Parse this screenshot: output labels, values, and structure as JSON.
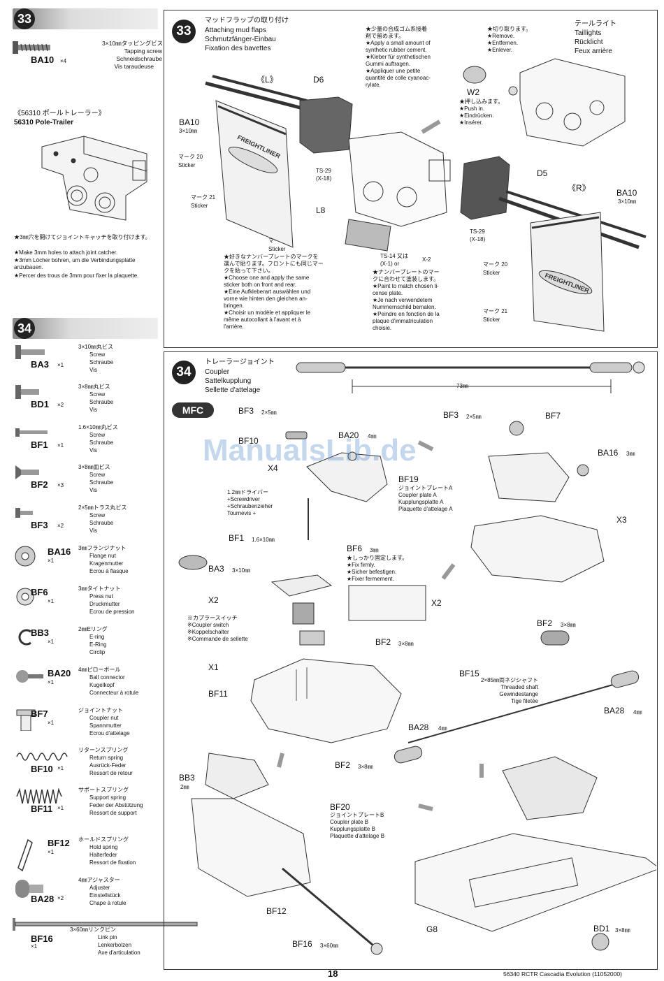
{
  "left": {
    "step33": {
      "number": "33",
      "part": {
        "code": "BA10",
        "qty": "×4",
        "size": "3×10㎜タッピングビス",
        "names": [
          "Tapping screw",
          "Schneidschraube",
          "Vis taraudeuse"
        ]
      },
      "trailer_jp": "《56310 ポールトレーラー》",
      "trailer_en": "56310 Pole-Trailer",
      "notes": [
        "★3㎜穴を開けてジョイントキャッチを取り付けます。",
        "★Make 3mm holes to attach joint catcher.",
        "★3mm Löcher bohren, um die Verbindungsplatte anzubauen.",
        "★Percer des trous de 3mm pour fixer la plaquette."
      ]
    },
    "step34": {
      "number": "34",
      "parts": [
        {
          "code": "BA3",
          "qty": "×1",
          "size": "3×10㎜丸ビス",
          "names": [
            "Screw",
            "Schraube",
            "Vis"
          ]
        },
        {
          "code": "BD1",
          "qty": "×2",
          "size": "3×8㎜丸ビス",
          "names": [
            "Screw",
            "Schraube",
            "Vis"
          ]
        },
        {
          "code": "BF1",
          "qty": "×1",
          "size": "1.6×10㎜丸ビス",
          "names": [
            "Screw",
            "Schraube",
            "Vis"
          ]
        },
        {
          "code": "BF2",
          "qty": "×3",
          "size": "3×8㎜皿ビス",
          "names": [
            "Screw",
            "Schraube",
            "Vis"
          ]
        },
        {
          "code": "BF3",
          "qty": "×2",
          "size": "2×5㎜トラス丸ビス",
          "names": [
            "Screw",
            "Schraube",
            "Vis"
          ]
        },
        {
          "code": "BA16",
          "qty": "×1",
          "size": "3㎜フランジナット",
          "names": [
            "Flange nut",
            "Kragenmutter",
            "Ecrou à flasque"
          ]
        },
        {
          "code": "BF6",
          "qty": "×1",
          "size": "3㎜タイトナット",
          "names": [
            "Press nut",
            "Druckmutter",
            "Ecrou de pression"
          ]
        },
        {
          "code": "BB3",
          "qty": "×1",
          "size": "2㎜Eリング",
          "names": [
            "E-ring",
            "E-Ring",
            "Circlip"
          ]
        },
        {
          "code": "BA20",
          "qty": "×1",
          "size": "4㎜ピローボール",
          "names": [
            "Ball connector",
            "Kugelkopf",
            "Connecteur à rotule"
          ]
        },
        {
          "code": "BF7",
          "qty": "×1",
          "size": "ジョイントナット",
          "names": [
            "Coupler nut",
            "Spannmutter",
            "Ecrou d'attelage"
          ]
        },
        {
          "code": "BF10",
          "qty": "×1",
          "size": "リターンスプリング",
          "names": [
            "Return spring",
            "Ausrück-Feder",
            "Ressort de retour"
          ]
        },
        {
          "code": "BF11",
          "qty": "×1",
          "size": "サポートスプリング",
          "names": [
            "Support spring",
            "Feder der Abstützung",
            "Ressort de support"
          ]
        },
        {
          "code": "BF12",
          "qty": "×1",
          "size": "ホールドスプリング",
          "names": [
            "Hold spring",
            "Halterfeder",
            "Ressort de fixation"
          ]
        },
        {
          "code": "BA28",
          "qty": "×2",
          "size": "4㎜アジャスター",
          "names": [
            "Adjuster",
            "Einstellstück",
            "Chape à rotule"
          ]
        },
        {
          "code": "BF16",
          "qty": "×1",
          "size": "3×60㎜リンクピン",
          "names": [
            "Link pin",
            "Lenkerbolzen",
            "Axe d'articulation"
          ]
        }
      ]
    }
  },
  "panel33": {
    "number": "33",
    "title": [
      "マッドフラップの取り付け",
      "Attaching mud flaps",
      "Schmutzfänger-Einbau",
      "Fixation des bavettes"
    ],
    "cement_note": [
      "★少量の合成ゴム系接着",
      "剤で留めます。",
      "★Apply a small amount of",
      "synthetic rubber cement.",
      "★Kleber für synthetischen",
      "Gummi auftragen.",
      "★Appliquer une petite",
      "quantité de colle cyanoac-",
      "rylate."
    ],
    "cut_note": [
      "★切り取ります。",
      "★Remove.",
      "★Entfernen.",
      "★Enlever."
    ],
    "taillight": [
      "テールライト",
      "Taillights",
      "Rücklicht",
      "Feux arrière"
    ],
    "push_note": [
      "★押し込みます。",
      "★Push in.",
      "★Eindrücken.",
      "★Insérer."
    ],
    "L": "《L》",
    "R": "《R》",
    "D6": "D6",
    "D5": "D5",
    "W2": "W2",
    "L8": "L8",
    "ba10_left": "BA10",
    "ba10_left_size": "3×10㎜",
    "ba10_right": "BA10",
    "ba10_right_size": "3×10㎜",
    "ts29a": [
      "TS-29",
      "(X-18)"
    ],
    "ts29b": [
      "TS-29",
      "(X-18)"
    ],
    "ts14": [
      "TS-14 又は",
      "(X-1)    or",
      "X-2"
    ],
    "m20a": [
      "マーク 20",
      "Sticker"
    ],
    "m21a": [
      "マーク 21",
      "Sticker"
    ],
    "m40": [
      "マーク 40",
      "Sticker"
    ],
    "m20b": [
      "マーク 20",
      "Sticker"
    ],
    "m21b": [
      "マーク 21",
      "Sticker"
    ],
    "flap_logo": "FREIGHTLINER",
    "choose_note": [
      "★好きなナンバープレートのマークを",
      "選んで貼ります。フロントにも同じマー",
      "クを貼って下さい。",
      "★Choose one and apply the same",
      "sticker both on front and rear.",
      "★Eine Aufkleberart auswählen und",
      "vorne wie hinten den gleichen an-",
      "bringen.",
      "★Choisir un modèle et appliquer le",
      "même autocollant à l'avant et à",
      "l'arrière."
    ],
    "paint_note": [
      "★ナンバープレートのマー",
      "クに合わせて塗装します。",
      "★Paint to match chosen li-",
      "cense plate.",
      "★Je nach verwendetem",
      "Nummernschild bemalen.",
      "★Peindre en fonction de la",
      "plaque d'immatriculation",
      "choisie."
    ]
  },
  "panel34": {
    "number": "34",
    "title": [
      "トレーラージョイント",
      "Coupler",
      "Sattelkupplung",
      "Sellette d'attelage"
    ],
    "dim": "73㎜",
    "mfc": "MFC",
    "labels": {
      "bf3a": "BF3",
      "bf3a_size": "2×5㎜",
      "bf10": "BF10",
      "x4": "X4",
      "ba20": "BA20",
      "ba20_size": "4㎜",
      "bf3b": "BF3",
      "bf3b_size": "2×5㎜",
      "bf7": "BF7",
      "ba16": "BA16",
      "ba16_size": "3㎜",
      "bf19": "BF19",
      "x3": "X3",
      "bf1": "BF1",
      "bf1_size": "1.6×10㎜",
      "bf6": "BF6",
      "bf6_size": "3㎜",
      "ba3": "BA3",
      "ba3_size": "3×10㎜",
      "x2a": "X2",
      "x2b": "X2",
      "bf2a": "BF2",
      "bf2a_size": "3×8㎜",
      "bf2b": "BF2",
      "bf2b_size": "3×8㎜",
      "bf2c": "BF2",
      "bf2c_size": "3×8㎜",
      "x1": "X1",
      "bf11": "BF11",
      "bf15": "BF15",
      "ba28a": "BA28",
      "ba28a_size": "4㎜",
      "ba28b": "BA28",
      "ba28b_size": "4㎜",
      "bb3": "BB3",
      "bb3_size": "2㎜",
      "bf20": "BF20",
      "bf12": "BF12",
      "bf16": "BF16",
      "bf16_size": "3×60㎜",
      "g8": "G8",
      "bd1": "BD1",
      "bd1_size": "3×8㎜"
    },
    "driver": [
      "1.2㎜ドライバー",
      "+Screwdriver",
      "+Schraubenzieher",
      "Tournevis +"
    ],
    "fix_note": [
      "★しっかり固定します。",
      "★Fix firmly.",
      "★Sicher befestigen.",
      "★Fixer fermement."
    ],
    "coupler_switch": [
      "※カプラースイッチ",
      "※Coupler switch",
      "※Koppelschalter",
      "※Commande de sellette"
    ],
    "plate_a": [
      "ジョイントプレートA",
      "Coupler plate A",
      "Kupplungsplatte A",
      "Plaquette d'attelage A"
    ],
    "plate_b": [
      "ジョイントプレートB",
      "Coupler plate B",
      "Kupplungsplatte B",
      "Plaquette d'attelage B"
    ],
    "shaft": [
      "2×85㎜両ネジシャフト",
      "Threaded shaft",
      "Gewindestange",
      "Tige filetée"
    ]
  },
  "footer": {
    "page": "18",
    "doc": "56340 RCTR Cascadia Evolution (11052000)"
  },
  "watermark": "ManualsLib.de"
}
